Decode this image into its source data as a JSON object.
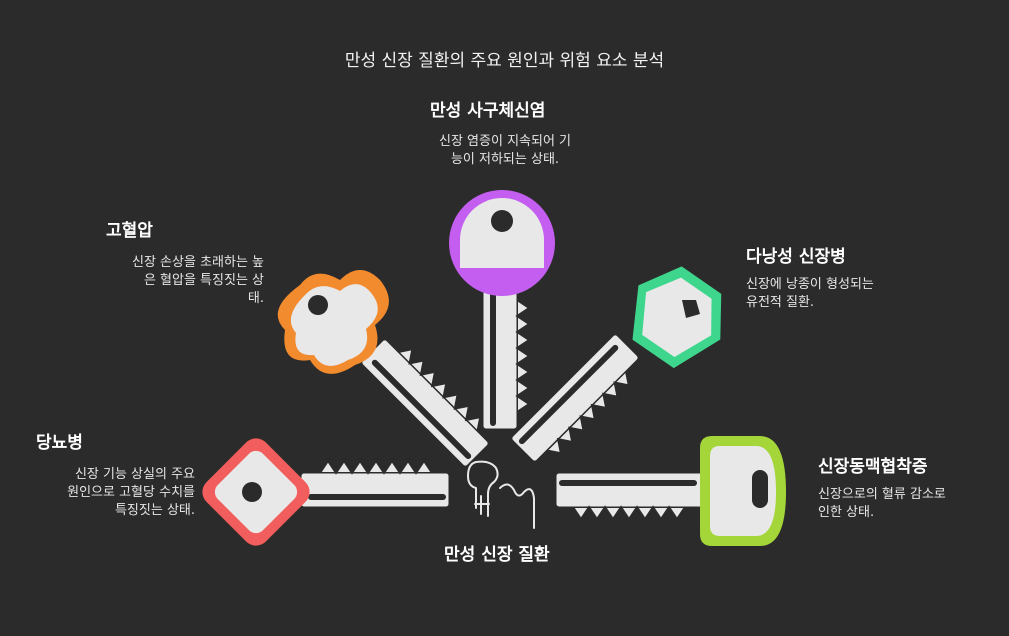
{
  "title": "만성 신장 질환의 주요 원인과 위험 요소 분석",
  "center": {
    "label": "만성 신장 질환",
    "icon": "kidney-icon"
  },
  "causes": [
    {
      "id": "diabetes",
      "title": "당뇨병",
      "desc_lines": [
        "신장 기능 상실의 주요",
        "원인으로 고혈당 수치를",
        "특징짓는 상태."
      ],
      "color": "#f25d5d"
    },
    {
      "id": "hypertension",
      "title": "고혈압",
      "desc_lines": [
        "신장 손상을 초래하는 높",
        "은 혈압을 특징짓는 상",
        "태."
      ],
      "color": "#f28a2e"
    },
    {
      "id": "glomerulonephritis",
      "title": "만성 사구체신염",
      "desc_lines": [
        "신장 염증이 지속되어 기",
        "능이 저하되는 상태."
      ],
      "color": "#c45ef0"
    },
    {
      "id": "polycystic",
      "title": "다낭성 신장병",
      "desc_lines": [
        "신장에 낭종이 형성되는",
        "유전적 질환."
      ],
      "color": "#3dd68c"
    },
    {
      "id": "renal-artery-stenosis",
      "title": "신장동맥협착증",
      "desc_lines": [
        "신장으로의 혈류 감소로",
        "인한 상태."
      ],
      "color": "#a4d63a"
    }
  ]
}
